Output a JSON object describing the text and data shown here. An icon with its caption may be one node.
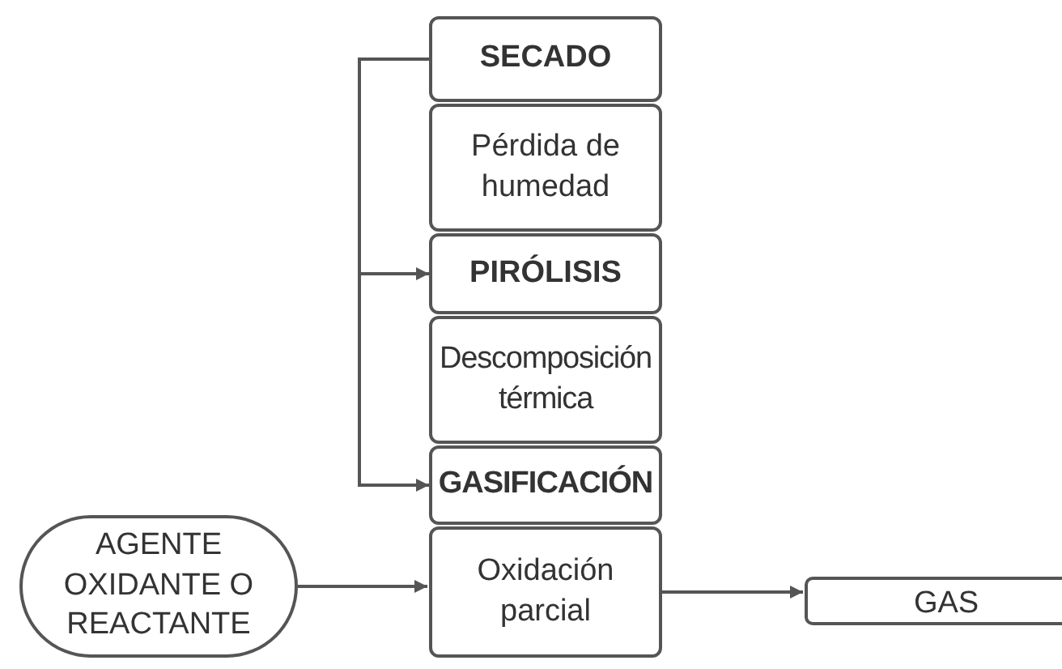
{
  "diagram": {
    "nodes": [
      {
        "text": [
          "SECADO"
        ]
      },
      {
        "text": [
          "Pérdida de humedad"
        ]
      },
      {
        "text": [
          "PIRÓLISIS"
        ]
      },
      {
        "text": [
          "Descomposición térmica"
        ]
      },
      {
        "text": [
          "GASIFICACIÓN"
        ]
      },
      {
        "text": [
          "Oxidación parcial"
        ]
      },
      {
        "text": [
          "AGENTE OXIDANTE O REACTANTE"
        ]
      },
      {
        "text": [
          "GAS"
        ]
      }
    ],
    "edges": [
      {
        "from": 0,
        "to": 2,
        "arrow": "to"
      },
      {
        "from": 0,
        "to": 4,
        "arrow": "to"
      },
      {
        "from": 6,
        "to": 5,
        "arrow": "to"
      },
      {
        "from": 5,
        "to": 7,
        "arrow": "to"
      }
    ]
  }
}
